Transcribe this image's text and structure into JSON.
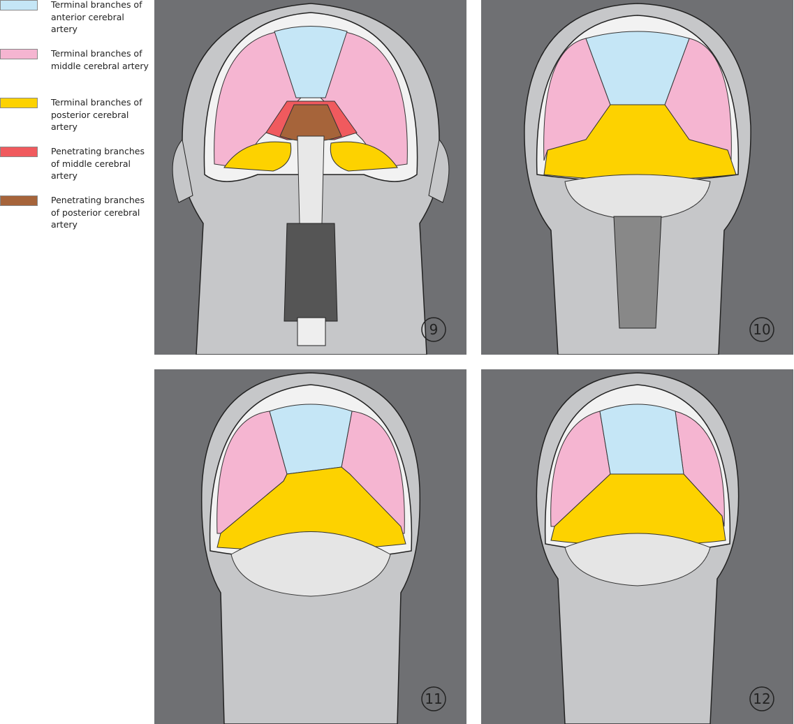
{
  "legend": [
    {
      "label": "Terminal branches of anterior cerebral artery",
      "color": "#c5e6f6"
    },
    {
      "label": "Terminal branches of middle cerebral artery",
      "color": "#f5b5d1"
    },
    {
      "label": "Terminal branches of posterior cerebral artery",
      "color": "#fdd200"
    },
    {
      "label": "Penetrating branches of middle cerebral artery",
      "color": "#f05a5e"
    },
    {
      "label": "Penetrating branches of posterior cerebral artery",
      "color": "#a6643a"
    }
  ],
  "panels": [
    {
      "number": "9"
    },
    {
      "number": "10"
    },
    {
      "number": "11"
    },
    {
      "number": "12"
    }
  ]
}
